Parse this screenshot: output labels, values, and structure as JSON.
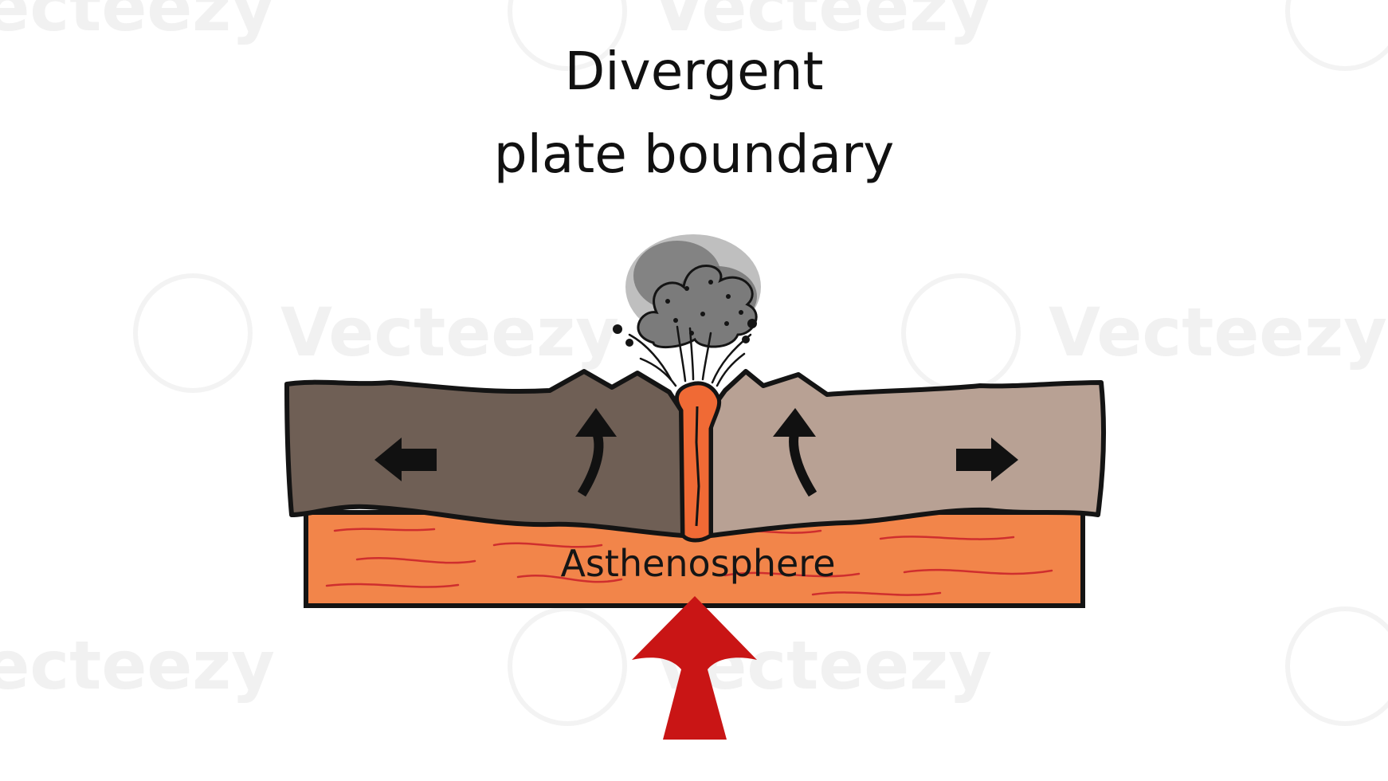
{
  "title": {
    "line1": "Divergent",
    "line2": "plate boundary"
  },
  "labels": {
    "asthenosphere": "Asthenosphere"
  },
  "watermark": {
    "text": "Vecteezy"
  },
  "colors": {
    "left_plate": "#6f5f55",
    "right_plate": "#b8a194",
    "asthenosphere": "#f2854a",
    "asthenosphere_streak": "#cf2e2e",
    "magma": "#f06a35",
    "upwelling_arrow": "#c91515",
    "outline": "#141414",
    "eruption_cloud": "#777777"
  }
}
